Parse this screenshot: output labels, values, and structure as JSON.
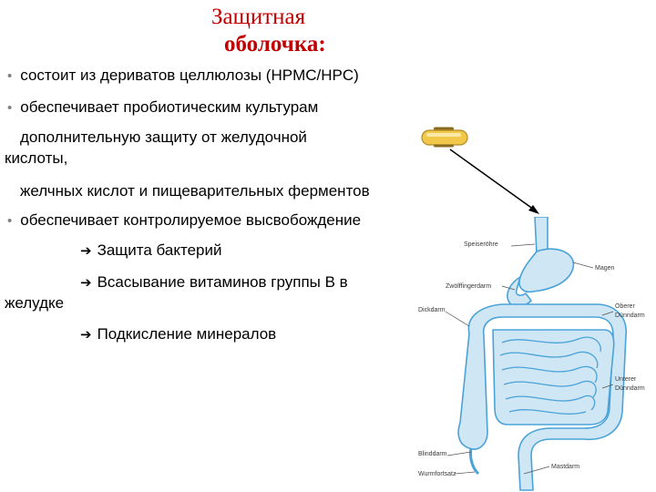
{
  "title": {
    "line1": "Защитная",
    "line2": "оболочка:"
  },
  "bullets": {
    "b1": "состоит из дериватов целлюлозы (HPMC/HPC)",
    "b2": "обеспечивает пробиотическим культурам",
    "b2_cont1": "дополнительную защиту от желудочной",
    "b2_cont2": "кислоты,",
    "b2_cont3": "желчных кислот и пищеварительных ферментов",
    "b3": "обеспечивает контролируемое высвобождение"
  },
  "subitems": {
    "s1": "Защита бактерий",
    "s2": "Всасывание витаминов группы В в",
    "s2_cont": "желудке",
    "s3": "Подкисление минералов"
  },
  "diagram_labels": {
    "speiserohre": "Speiseröhre",
    "magen": "Magen",
    "zwolffingerdarm": "Zwölffingerdarm",
    "dickdarm": "Dickdarm",
    "oberer": "Oberer",
    "dunndarm1": "Dünndarm",
    "unterer": "Unterer",
    "dunndarm2": "Dünndarm",
    "blinddarm": "Blinddarm",
    "mastdarm": "Mastdarm",
    "wurmfortsatz": "Wurmfortsatz"
  },
  "colors": {
    "title": "#c00000",
    "bullet": "#808080",
    "organ_fill": "#cfe6f5",
    "organ_stroke": "#4aa3d8",
    "pill": "#f2c84b"
  }
}
